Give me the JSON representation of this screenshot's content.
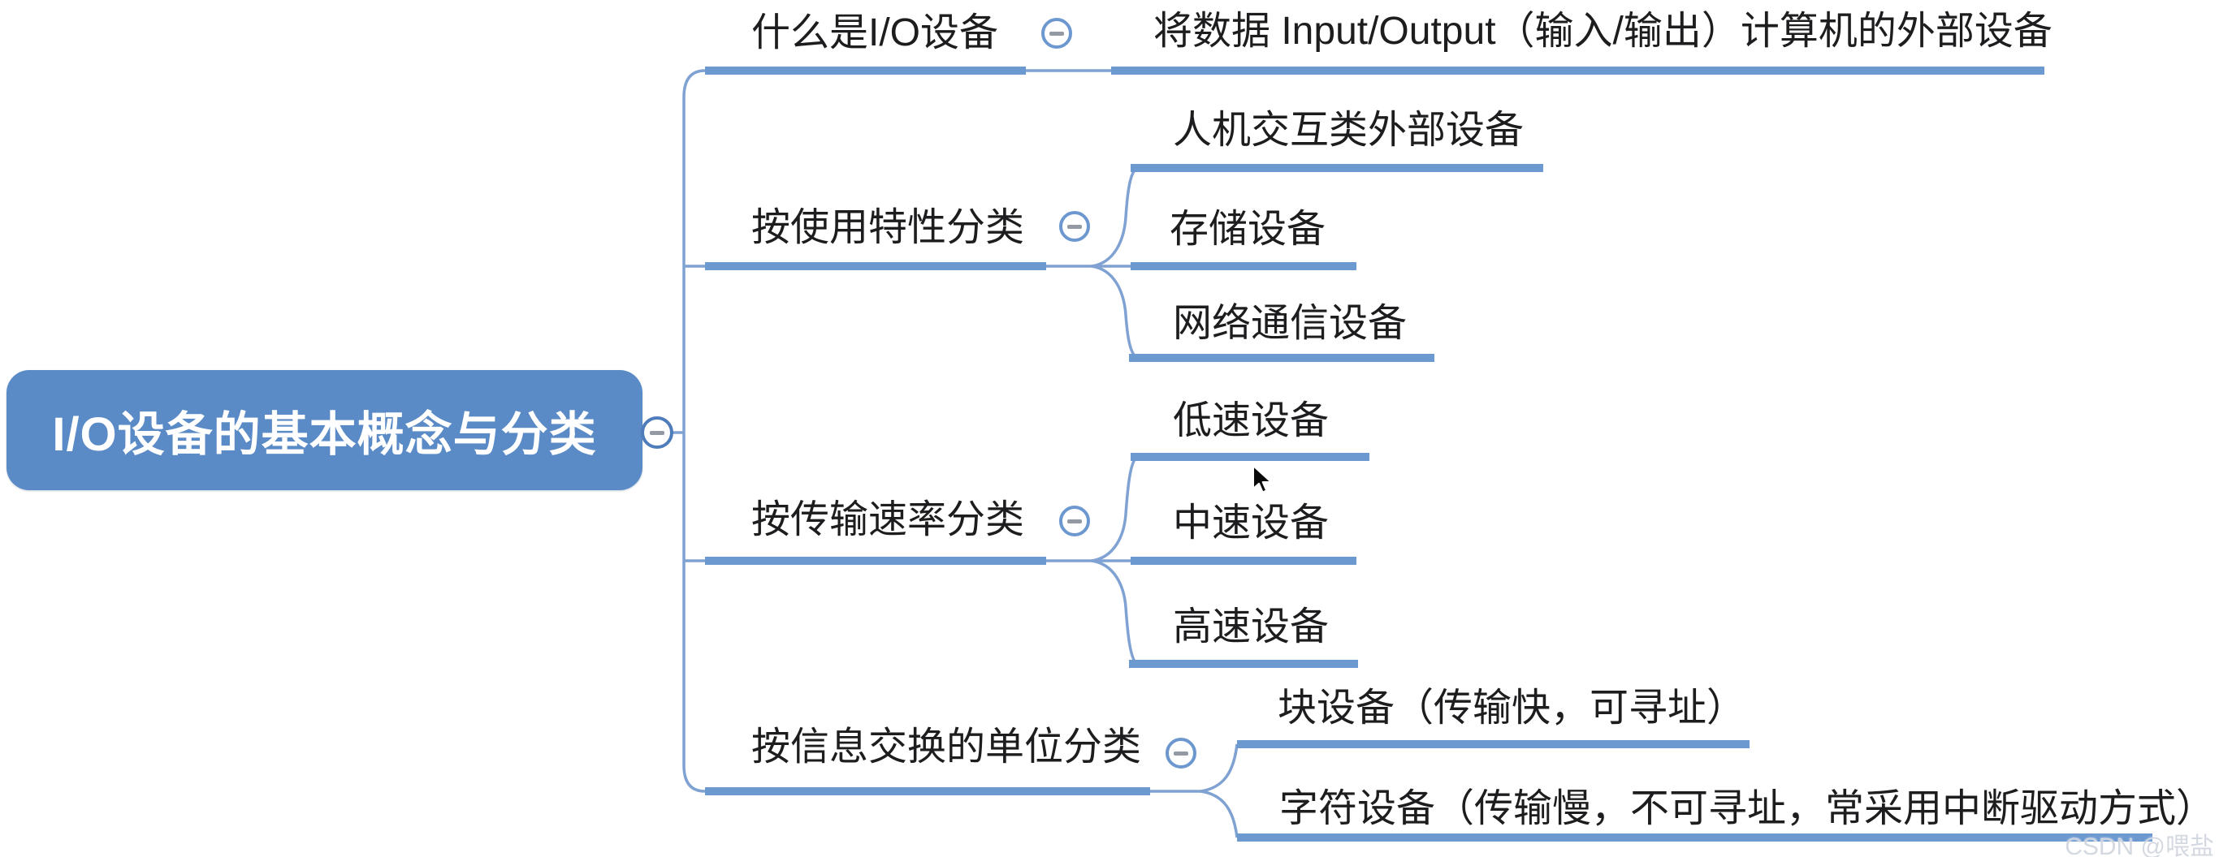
{
  "root": {
    "label": "I/O设备的基本概念与分类"
  },
  "branches": [
    {
      "label": "什么是I/O设备",
      "children": [
        {
          "label": "将数据 Input/Output（输入/输出）计算机的外部设备"
        }
      ]
    },
    {
      "label": "按使用特性分类",
      "children": [
        {
          "label": "人机交互类外部设备"
        },
        {
          "label": "存储设备"
        },
        {
          "label": "网络通信设备"
        }
      ]
    },
    {
      "label": "按传输速率分类",
      "children": [
        {
          "label": "低速设备"
        },
        {
          "label": "中速设备"
        },
        {
          "label": "高速设备"
        }
      ]
    },
    {
      "label": "按信息交换的单位分类",
      "children": [
        {
          "label": "块设备（传输快，可寻址）"
        },
        {
          "label": "字符设备（传输慢，不可寻址，常采用中断驱动方式）"
        }
      ]
    }
  ],
  "watermark": "CSDN @喂盐",
  "icons": {
    "collapse": "minus-circle",
    "cursor": "arrow-pointer"
  },
  "colors": {
    "root_fill": "#5a8bc7",
    "root_text": "#ffffff",
    "branch_line": "#6d99d1",
    "thin_line": "#7fa2d3",
    "collapse_ring": "#6d98cf",
    "root_collapse_ring": "#4f7cba",
    "collapse_dash": "#939aa4",
    "topic_text": "#1d1d1f",
    "watermark_text": "#d2d8e0",
    "background": "#ffffff"
  }
}
